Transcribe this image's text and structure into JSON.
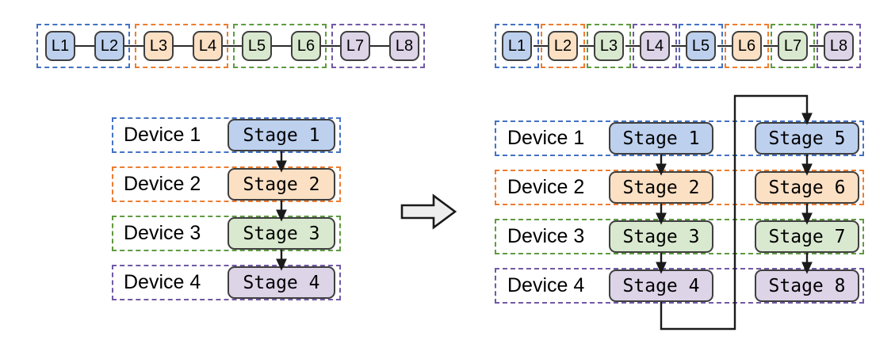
{
  "palette": {
    "blue_fill": "#bdd0ee",
    "orange_fill": "#fbe0c4",
    "green_fill": "#d9e9cf",
    "purple_fill": "#ddd4e8",
    "blue_dash": "#4472c4",
    "orange_dash": "#ed7d31",
    "green_dash": "#5f9b41",
    "purple_dash": "#7159a6",
    "box_border": "#3f3f3f",
    "arrow": "#1a1a1a"
  },
  "left": {
    "title": "naive-pipeline-partition",
    "layers": [
      {
        "label": "L1",
        "color": "blue"
      },
      {
        "label": "L2",
        "color": "blue"
      },
      {
        "label": "L3",
        "color": "orange"
      },
      {
        "label": "L4",
        "color": "orange"
      },
      {
        "label": "L5",
        "color": "green"
      },
      {
        "label": "L6",
        "color": "green"
      },
      {
        "label": "L7",
        "color": "purple"
      },
      {
        "label": "L8",
        "color": "purple"
      }
    ],
    "layer_groups": [
      {
        "members": [
          "L1",
          "L2"
        ],
        "color": "blue"
      },
      {
        "members": [
          "L3",
          "L4"
        ],
        "color": "orange"
      },
      {
        "members": [
          "L5",
          "L6"
        ],
        "color": "green"
      },
      {
        "members": [
          "L7",
          "L8"
        ],
        "color": "purple"
      }
    ],
    "devices": [
      {
        "label": "Device 1",
        "color": "blue",
        "stages": [
          "Stage 1"
        ]
      },
      {
        "label": "Device 2",
        "color": "orange",
        "stages": [
          "Stage 2"
        ]
      },
      {
        "label": "Device 3",
        "color": "green",
        "stages": [
          "Stage 3"
        ]
      },
      {
        "label": "Device 4",
        "color": "purple",
        "stages": [
          "Stage 4"
        ]
      }
    ]
  },
  "right": {
    "title": "interleaved-pipeline-partition",
    "layers": [
      {
        "label": "L1",
        "color": "blue"
      },
      {
        "label": "L2",
        "color": "orange"
      },
      {
        "label": "L3",
        "color": "green"
      },
      {
        "label": "L4",
        "color": "purple"
      },
      {
        "label": "L5",
        "color": "blue"
      },
      {
        "label": "L6",
        "color": "orange"
      },
      {
        "label": "L7",
        "color": "green"
      },
      {
        "label": "L8",
        "color": "purple"
      }
    ],
    "layer_groups": [
      {
        "members": [
          "L1"
        ],
        "color": "blue"
      },
      {
        "members": [
          "L2"
        ],
        "color": "orange"
      },
      {
        "members": [
          "L3"
        ],
        "color": "green"
      },
      {
        "members": [
          "L4"
        ],
        "color": "purple"
      },
      {
        "members": [
          "L5"
        ],
        "color": "blue"
      },
      {
        "members": [
          "L6"
        ],
        "color": "orange"
      },
      {
        "members": [
          "L7"
        ],
        "color": "green"
      },
      {
        "members": [
          "L8"
        ],
        "color": "purple"
      }
    ],
    "devices": [
      {
        "label": "Device 1",
        "color": "blue",
        "stages": [
          "Stage 1",
          "Stage 5"
        ]
      },
      {
        "label": "Device 2",
        "color": "orange",
        "stages": [
          "Stage 2",
          "Stage 6"
        ]
      },
      {
        "label": "Device 3",
        "color": "green",
        "stages": [
          "Stage 3",
          "Stage 7"
        ]
      },
      {
        "label": "Device 4",
        "color": "purple",
        "stages": [
          "Stage 4",
          "Stage 8"
        ]
      }
    ]
  },
  "transform": {
    "icon": "block-arrow-right-icon",
    "label": ""
  },
  "labels": {
    "l1": "L1",
    "l2": "L2",
    "l3": "L3",
    "l4": "L4",
    "l5": "L5",
    "l6": "L6",
    "l7": "L7",
    "l8": "L8",
    "device1": "Device 1",
    "device2": "Device 2",
    "device3": "Device 3",
    "device4": "Device 4",
    "stage1": "Stage 1",
    "stage2": "Stage 2",
    "stage3": "Stage 3",
    "stage4": "Stage 4",
    "stage5": "Stage 5",
    "stage6": "Stage 6",
    "stage7": "Stage 7",
    "stage8": "Stage 8"
  }
}
